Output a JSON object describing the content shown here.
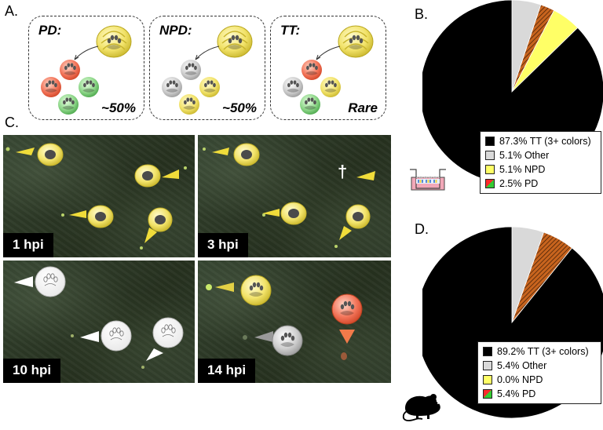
{
  "panels": {
    "a": "A.",
    "b": "B.",
    "c": "C.",
    "d": "D."
  },
  "segregation": [
    {
      "label": "PD:",
      "percent": "~50%"
    },
    {
      "label": "NPD:",
      "percent": "~50%"
    },
    {
      "label": "TT:",
      "percent": "Rare"
    }
  ],
  "timepoints": [
    "1 hpi",
    "3 hpi",
    "10 hpi",
    "14 hpi"
  ],
  "death_marker": "†",
  "colors": {
    "tt": "#000000",
    "other": "#d9d9d9",
    "npd": "#ffff66",
    "pd_red": "#ff2a2a",
    "pd_green": "#33cc33",
    "hatch": "#c8641e"
  },
  "icons": {
    "culture_dish": "culture-dish-icon",
    "mouse": "mouse-icon"
  },
  "chart_data": [
    {
      "type": "pie",
      "categories": [
        "TT (3+ colors)",
        "Other",
        "NPD",
        "PD"
      ],
      "values": [
        87.3,
        5.1,
        5.1,
        2.5
      ],
      "legend": [
        "87.3% TT (3+ colors)",
        "5.1% Other",
        "5.1% NPD",
        "2.5% PD"
      ],
      "colors": [
        "#000000",
        "#d9d9d9",
        "#ffff66",
        "hatch"
      ],
      "legend_position": "bottom-right"
    },
    {
      "type": "pie",
      "categories": [
        "TT (3+ colors)",
        "Other",
        "NPD",
        "PD"
      ],
      "values": [
        89.2,
        5.4,
        0.0,
        5.4
      ],
      "legend": [
        "89.2% TT (3+ colors)",
        "5.4% Other",
        "0.0% NPD",
        "5.4% PD"
      ],
      "colors": [
        "#000000",
        "#d9d9d9",
        "#ffff66",
        "hatch"
      ],
      "legend_position": "bottom-right"
    }
  ]
}
